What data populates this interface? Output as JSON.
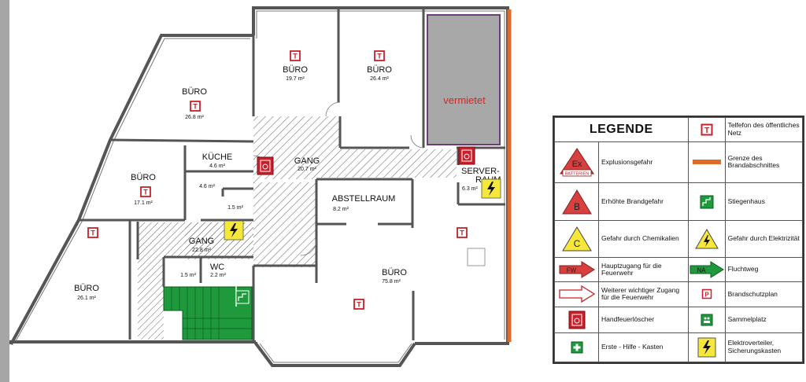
{
  "rooms": {
    "buero_top_left": {
      "name": "BÜRO",
      "area": "26.8 m²"
    },
    "buero_mid_left": {
      "name": "BÜRO",
      "area": "17.1 m²"
    },
    "buero_bottom_left": {
      "name": "BÜRO",
      "area": "26.1 m²"
    },
    "buero_top_1": {
      "name": "BÜRO",
      "area": "19.7 m²"
    },
    "buero_top_2": {
      "name": "BÜRO",
      "area": "26.4 m²"
    },
    "kueche": {
      "name": "KÜCHE",
      "area": "4.6 m²"
    },
    "small_room_a": {
      "area": "4.6 m²"
    },
    "small_room_b": {
      "area": "1.5 m²"
    },
    "gang_main": {
      "name": "GANG",
      "area": "20.7 m²"
    },
    "gang_lower": {
      "name": "GANG",
      "area": "22.8 m²"
    },
    "wc": {
      "name": "WC",
      "area": "2.2 m²"
    },
    "small_room_c": {
      "area": "1.5 m²"
    },
    "abstellraum": {
      "name": "ABSTELLRAUM",
      "area": "8.2 m²"
    },
    "buero_large": {
      "name": "BÜRO",
      "area": "75.8 m²"
    },
    "serverraum": {
      "name_line1": "SERVER-",
      "name_line2": "RAUM",
      "area": "6.3 m²"
    },
    "rented": {
      "name": "vermietet"
    }
  },
  "legend": {
    "title": "LEGENDE",
    "items": {
      "telefon": "Telfefon des öffentliches Netz",
      "explosion": "Explusionsgefahr",
      "explosion_icon_top": "Ex",
      "explosion_icon_bottom": "BATTERIEN",
      "brandabschnitt": "Grenze des Brandabschnittes",
      "brand": "Erhöhte Brandgefahr",
      "brand_icon": "B",
      "stiegenhaus": "Stiegenhaus",
      "chemie": "Gefahr durch Chemikalien",
      "chemie_icon": "C",
      "elektro": "Gefahr durch Elektrizität",
      "hauptzugang": "Hauptzugang für die Feuerwehr",
      "hauptzugang_icon": "FW",
      "fluchtweg": "Fluchtweg",
      "fluchtweg_icon": "NA",
      "weiterer": "Weiterer wichtiger Zugang für die Feuerwehr",
      "brandschutzplan": "Brandschutzplan",
      "brandschutzplan_icon": "P",
      "feuerloescher": "Handfeuerlöscher",
      "sammelplatz": "Sammelplatz",
      "erstehilfe": "Erste - Hilfe - Kasten",
      "elektroverteiler": "Elektroverteiler, Sicherungskasten"
    }
  },
  "colors": {
    "fire_red": "#c8202a",
    "stair_green": "#1e9a3c",
    "wall_gray": "#555555",
    "rented_gray": "#a8a8a8",
    "border_orange": "#e06a2a",
    "hazard_yellow": "#f5e83a"
  }
}
